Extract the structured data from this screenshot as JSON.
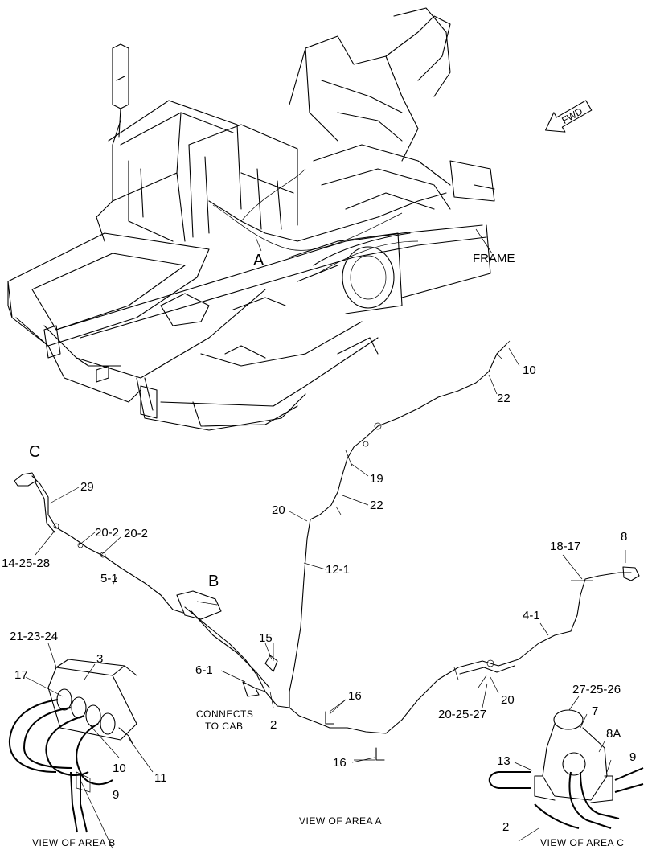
{
  "frame_label": "FRAME",
  "fwd_label": "FWD",
  "area_letters": {
    "a": "A",
    "b": "B",
    "c": "C"
  },
  "connects_line1": "CONNECTS",
  "connects_line2": "TO CAB",
  "view_a": "VIEW OF AREA  A",
  "view_b": "VIEW OF AREA B",
  "view_c": "VIEW OF AREA C",
  "callouts": {
    "c10a": "10",
    "c22a": "22",
    "c19": "19",
    "c22b": "22",
    "c20a": "20",
    "c12_1": "12-1",
    "c29": "29",
    "c20_2a": "20-2",
    "c20_2b": "20-2",
    "c14_25_28": "14-25-28",
    "c5_1": "5-1",
    "c18_17": "18-17",
    "c8": "8",
    "c4_1": "4-1",
    "c20_25_27": "20-25-27",
    "c20b": "20",
    "c15": "15",
    "c6_1": "6-1",
    "c2a": "2",
    "c16a": "16",
    "c16b": "16",
    "c21_23_24": "21-23-24",
    "c3": "3",
    "c17": "17",
    "c10b": "10",
    "c11": "11",
    "c9a": "9",
    "c27_25_26": "27-25-26",
    "c7": "7",
    "c8a": "8A",
    "c9b": "9",
    "c13": "13",
    "c2b": "2"
  }
}
